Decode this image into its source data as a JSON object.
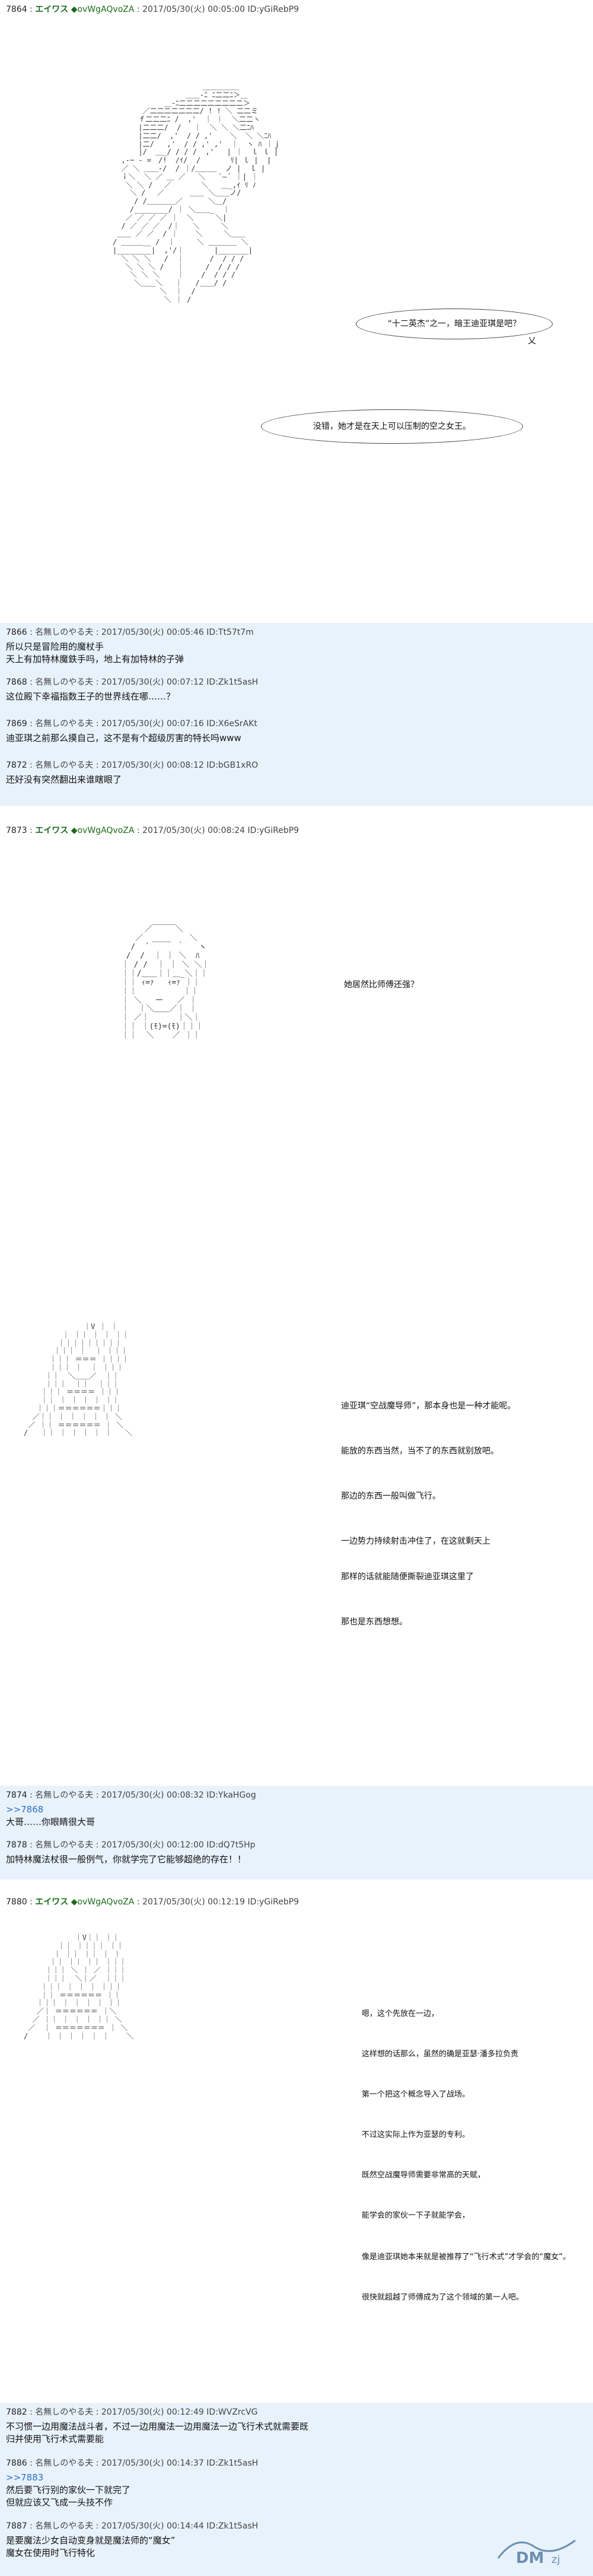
{
  "posts": [
    {
      "num": "7864",
      "name": "エイワス",
      "trip": "◆ovWgAQvoZA",
      "date": "2017/05/30(火) 00:05:00",
      "id": "ID:yGiRebP9"
    },
    {
      "num": "7866",
      "name": "名無しのやる夫",
      "trip": "",
      "date": "2017/05/30(火) 00:05:46",
      "id": "ID:Tt57t7m",
      "lines": [
        "所以只是冒险用的魔杖手",
        "天上有加特林魔鉄手吗，地上有加特林的子弹"
      ]
    },
    {
      "num": "7868",
      "name": "名無しのやる夫",
      "trip": "",
      "date": "2017/05/30(火) 00:07:12",
      "id": "ID:Zk1t5asH",
      "lines": [
        "这位殿下幸福指数王子的世界线在哪……？"
      ]
    },
    {
      "num": "7869",
      "name": "名無しのやる夫",
      "trip": "",
      "date": "2017/05/30(火) 00:07:16",
      "id": "ID:X6eSrAKt",
      "lines": [
        "迪亚琪之前那么摸自己，这不是有个超级厉害的特长吗www"
      ]
    },
    {
      "num": "7872",
      "name": "名無しのやる夫",
      "trip": "",
      "date": "2017/05/30(火) 00:08:12",
      "id": "ID:bGB1xRO",
      "lines": [
        "还好没有突然翻出来谁瞎眼了"
      ]
    },
    {
      "num": "7873",
      "name": "エイワス",
      "trip": "◆ovWgAQvoZA",
      "date": "2017/05/30(火) 00:08:24",
      "id": "ID:yGiRebP9"
    },
    {
      "num": "7874",
      "name": "名無しのやる夫",
      "trip": "",
      "date": "2017/05/30(火) 00:08:32",
      "id": "ID:YkaHGog",
      "lines": [
        ">>7868",
        "大哥……你眼睛很大哥"
      ]
    },
    {
      "num": "7878",
      "name": "名無しのやる夫",
      "trip": "",
      "date": "2017/05/30(火) 00:12:00",
      "id": "ID:dQ7t5Hp",
      "lines": [
        "加特林魔法杖很一般例气，你就学完了它能够超绝的存在！！"
      ]
    },
    {
      "num": "7880",
      "name": "エイワス",
      "trip": "◆ovWgAQvoZA",
      "date": "2017/05/30(火) 00:12:19",
      "id": "ID:yGiRebP9"
    },
    {
      "num": "7882",
      "name": "名無しのやる夫",
      "trip": "",
      "date": "2017/05/30(火) 00:12:49",
      "id": "ID:WVZrcVG",
      "lines": [
        "不习惯一边用魔法战斗者，不过一边用魔法一边用魔法一边飞行术式就需要既",
        "归并使用飞行术式需要能"
      ]
    },
    {
      "num": "7886",
      "name": "名無しのやる夫",
      "trip": "",
      "date": "2017/05/30(火) 00:14:37",
      "id": "ID:Zk1t5asH",
      "lines": [
        ">>7883",
        "然后要飞行别的家伙一下就完了",
        "但就应该又飞成一头技不作"
      ]
    },
    {
      "num": "7887",
      "name": "名無しのやる夫",
      "trip": "",
      "date": "2017/05/30(火) 00:14:44",
      "id": "ID:Zk1t5asH",
      "lines": [
        "是要魔法少女自动变身就是魔法师的“魔女”",
        "魔女在使用时飞行特化"
      ]
    }
  ],
  "speech": {
    "s1": "“十二英杰”之一，暗王迪亚琪是吧？",
    "s1b": "乂",
    "s2": "没错，她才是在天上可以压制的空之女王。",
    "s3": "她居然比师傅还强？",
    "s4": [
      "迪亚琪“空战魔导师”，那本身也是一种才能呢。",
      "能放的东西当然，当不了的东西就别放吧。",
      "那边的东西一般叫做飞行。",
      "一边势力持续射击冲住了，在这就剩天上",
      "那样的话就能随便撕裂迪亚琪这里了",
      "那也是东西想想。"
    ],
    "s5": [
      "嗯，这个先放在一边，",
      "这样想的话那么，虽然的确是亚瑟·潘多拉负责",
      "第一个把这个概念导入了战场。",
      "不过这实际上作为亚瑟的专利。",
      "既然空战魔导师需要非常高的天赋，",
      "能学会的家伙一下子就能学会，",
      "像是迪亚琪她本来就是被推荐了“飞行术式”才学会的“魔女”。",
      "很快就超越了师傅成为了这个领域的第一人吧。"
    ]
  },
  "aa": {
    "a1": "                     ＿＿＿＿＿\n                 ＿＿-ﾆ ﾆ二二ﾆ＞＿\n            ＿-ﾆ二二二二二二二二二＞\n       ／二二二二二二二/ ! ! ＼ 二二ミ\n      ｆ二二二ﾆ /  ,'  ｜ ｜  ＼二二ヽ\n      |二二二/  /   ｜  ＼ ＼ ＼二ﾆﾊ\n      |二二/  ,'  / / ,'    ＼  ＼ ＼ﾆﾊ\n      |二/   ,'  / / ,' ,'  ｜  ヽ ﾊ ｜ｊ\n      |/  ＿_/ / / /  ,'   | ｜  ｌ ｌ |\n  ,-─ ‐ =　/!  /ｲ/  /       ﾘ| ｌ |  |\n  ／ ＼ ＿＿-/  / ｜/＿＿＿  ノ |  ｌ |\n  ｉ＼  ＼ ／ ＿ ／   ＼   `―´ ｜| ｜\n   ＼ ＼ /　 ／       ＼   ＿_,ｲ ﾘ ﾉ\n    ＼ /　 ／      ＿＿ ＼＿＿ノ/\n     / /＿＿＿＿／      ＼＿/\n    /________/ ｜ ＼＿＿_  ｜\n   ／ ／ ／ ／ ｜  ＼     ＼|\n  / ／ ／ ／  /｜   ＼     ＼\n ＿＿ ／ ／  / ｜    ＼     ＼＿＿\n/ ＿＿＿__ /  ｜     ＼ ＿＿＿＿ ＼\n|________|  ,'/｜       |_______|\n  ＼ ＼ ＼   /  ｜      /  / / /\n   ＼ ＼ ＼ /   ｜     /  / / /\n    ＼ ＼ ＼    ｜    /  / / /\n     ＼＿＿＼   ｜   /＿＿/ /\n           ＼  ｜  /\n            ＼ ｜ /",
    "a2": "            ／￣￣￣＼\n          ／  ____    ＼\n         /  ´      ｀   ヽ\n        /  /  ｜ ｜ ＼  ﾊ\n       ｜ / /  ｜ ｜ ＼ ＼｜\n       ｜｜/＿＿｜｜＿_＼｜｜\n       ｜｜ ｨ=ｧ   ｨ=ｧ ｜｜\n       ｜｜          ｜｜\n       ｜ ＼   ー   ／ ｜\n       ｜  ｜＼＿＿／｜ ｜\n       ｜ ／｜      ｜＼｜\n       ｜｜ ｜(ﾓ)=(ﾓ)｜｜｜\n       ｜｜  ＼    ／ ｜｜",
    "a3": "              ｜V ｜ ｜\n         ｜ ｜｜ ｜ ｜ ｜｜\n        ｜｜｜｜｜｜｜｜｜\n       ｜｜｜ ｜  ｜ ｜｜｜\n      ｜｜｜ ＝＝＝ ｜｜｜｜\n      ｜｜｜ ｜  ｜ ｜｜｜\n     ｜｜  ＼＿＿／  ｜｜\n     ｜｜｜  ｜｜  ｜｜｜\n    ｜｜｜ ＝＝＝＝ ｜｜｜\n    ｜｜ ｜ ｜ ｜ ｜ ｜｜\n   ｜｜｜＝＝＝＝＝＝｜｜｜\n  ／｜｜ ｜ ｜ ｜ ｜ ｜ ＼\n ／ ｜｜ ＝＝＝＝＝＝ ｜ ＼\n/   ｜｜ ｜ ｜ ｜ ｜ ｜   ＼",
    "a4": "            ｜V｜｜ ｜｜\n        ｜｜ ｜｜｜｜ ｜｜\n       ｜ ｜｜ ｜｜ ｜ ｜\n      ｜｜ ｜｜ ｜｜ ｜｜｜\n     ｜｜｜ ＼ ｜ ／ ｜｜｜\n     ｜｜｜  ＼｜／  ｜｜｜\n    ｜｜｜ ｜ ｜ ｜ ｜｜｜\n    ｜｜ ＝＝＝＝＝＝ ｜｜\n   ｜｜｜ ｜ ｜ ｜ ｜ ｜｜\n   ／｜ ＝＝＝＝＝＝ ｜＼\n  ／ ｜｜ ｜ ｜ ｜ ｜｜ ＼\n ／  ｜ ＝＝＝＝＝＝＝ ｜ ＼\n/    ｜ ｜ ｜ ｜ ｜ ｜    ＼"
  },
  "watermark": {
    "text": "DM",
    "sub": "zj",
    "color": "#6d8fb0"
  }
}
